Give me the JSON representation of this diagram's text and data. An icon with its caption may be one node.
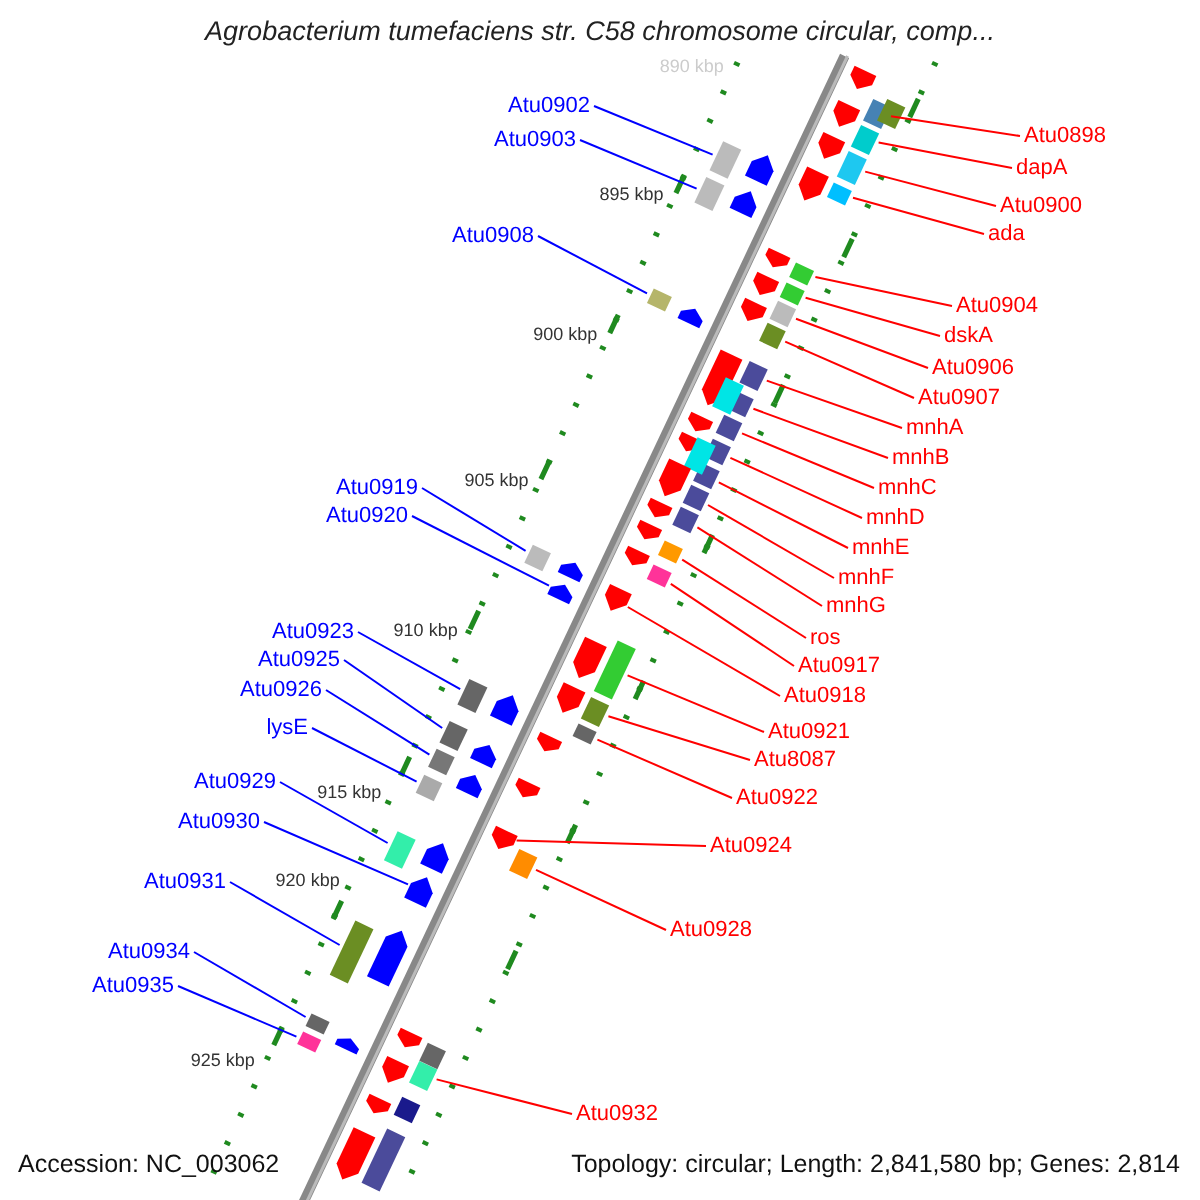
{
  "diagram": {
    "title": "Agrobacterium tumefaciens str. C58 chromosome circular, comp...",
    "nodes": [
      {
        "text": [
          "Atu0898"
        ]
      },
      {
        "text": [],
        "shape": "box"
      },
      {
        "text": [
          "dapA"
        ]
      },
      {
        "text": [],
        "shape": "box"
      },
      {
        "text": [
          "Atu0900"
        ]
      },
      {
        "text": [],
        "shape": "box"
      },
      {
        "text": [
          "ada"
        ]
      },
      {
        "text": [],
        "shape": "box"
      },
      {
        "text": [
          "Atu0904"
        ]
      },
      {
        "text": [],
        "shape": "box"
      },
      {
        "text": [
          "dskA"
        ]
      },
      {
        "text": [],
        "shape": "box"
      },
      {
        "text": [
          "Atu0906"
        ]
      },
      {
        "text": [],
        "shape": "box"
      },
      {
        "text": [
          "Atu0907"
        ]
      },
      {
        "text": [],
        "shape": "box"
      },
      {
        "text": [
          "mnhA"
        ]
      },
      {
        "text": [],
        "shape": "box"
      },
      {
        "text": [
          "mnhB"
        ]
      },
      {
        "text": [],
        "shape": "box"
      },
      {
        "text": [
          "mnhC"
        ]
      },
      {
        "text": [],
        "shape": "box"
      },
      {
        "text": [
          "mnhD"
        ]
      },
      {
        "text": [],
        "shape": "box"
      },
      {
        "text": [
          "mnhE"
        ]
      },
      {
        "text": [],
        "shape": "box"
      },
      {
        "text": [
          "mnhF"
        ]
      },
      {
        "text": [],
        "shape": "box"
      },
      {
        "text": [
          "mnhG"
        ]
      },
      {
        "text": [],
        "shape": "box"
      },
      {
        "text": [
          "ros"
        ]
      },
      {
        "text": [],
        "shape": "box"
      },
      {
        "text": [
          "Atu0917"
        ]
      },
      {
        "text": [],
        "shape": "box"
      },
      {
        "text": [
          "Atu0918"
        ]
      },
      {
        "text": [],
        "shape": "pentagon"
      },
      {
        "text": [
          "Atu0921"
        ]
      },
      {
        "text": [],
        "shape": "box"
      },
      {
        "text": [
          "Atu8087"
        ]
      },
      {
        "text": [],
        "shape": "box"
      },
      {
        "text": [
          "Atu0922"
        ]
      },
      {
        "text": [],
        "shape": "box"
      },
      {
        "text": [
          "Atu0924"
        ]
      },
      {
        "text": [],
        "shape": "pentagon"
      },
      {
        "text": [
          "Atu0928"
        ]
      },
      {
        "text": [],
        "shape": "box"
      },
      {
        "text": [
          "Atu0932"
        ]
      },
      {
        "text": [],
        "shape": "box"
      },
      {
        "text": [
          "Atu0902"
        ]
      },
      {
        "text": [],
        "shape": "box"
      },
      {
        "text": [
          "Atu0903"
        ]
      },
      {
        "text": [],
        "shape": "box"
      },
      {
        "text": [
          "Atu0908"
        ]
      },
      {
        "text": [],
        "shape": "box"
      },
      {
        "text": [
          "Atu0919"
        ]
      },
      {
        "text": [],
        "shape": "box"
      },
      {
        "text": [
          "Atu0920"
        ]
      },
      {
        "text": [],
        "shape": "pentagon"
      },
      {
        "text": [
          "Atu0923"
        ]
      },
      {
        "text": [],
        "shape": "box"
      },
      {
        "text": [
          "Atu0925"
        ]
      },
      {
        "text": [],
        "shape": "box"
      },
      {
        "text": [
          "Atu0926"
        ]
      },
      {
        "text": [],
        "shape": "box"
      },
      {
        "text": [
          "lysE"
        ]
      },
      {
        "text": [],
        "shape": "box"
      },
      {
        "text": [
          "Atu0929"
        ]
      },
      {
        "text": [],
        "shape": "box"
      },
      {
        "text": [
          "Atu0930"
        ]
      },
      {
        "text": [],
        "shape": "pentagon"
      },
      {
        "text": [
          "Atu0931"
        ]
      },
      {
        "text": [],
        "shape": "box"
      },
      {
        "text": [
          "Atu0934"
        ]
      },
      {
        "text": [],
        "shape": "box"
      },
      {
        "text": [
          "Atu0935"
        ]
      },
      {
        "text": [],
        "shape": "box"
      },
      {
        "text": [],
        "shape": "pentagon"
      },
      {
        "text": [],
        "shape": "box"
      },
      {
        "text": [],
        "shape": "pentagon"
      },
      {
        "text": [],
        "shape": "pentagon"
      },
      {
        "text": [],
        "shape": "pentagon"
      },
      {
        "text": [],
        "shape": "pentagon"
      },
      {
        "text": [],
        "shape": "pentagon"
      },
      {
        "text": [],
        "shape": "pentagon"
      },
      {
        "text": [],
        "shape": "pentagon"
      },
      {
        "text": [],
        "shape": "pentagon"
      },
      {
        "text": [],
        "shape": "pentagon"
      },
      {
        "text": [],
        "shape": "pentagon"
      },
      {
        "text": [],
        "shape": "box"
      },
      {
        "text": [],
        "shape": "pentagon"
      },
      {
        "text": [],
        "shape": "pentagon"
      },
      {
        "text": [],
        "shape": "box"
      },
      {
        "text": [],
        "shape": "pentagon"
      },
      {
        "text": [],
        "shape": "pentagon"
      },
      {
        "text": [],
        "shape": "pentagon"
      },
      {
        "text": [],
        "shape": "pentagon"
      },
      {
        "text": [],
        "shape": "pentagon"
      },
      {
        "text": [],
        "shape": "pentagon"
      },
      {
        "text": [],
        "shape": "pentagon"
      },
      {
        "text": [],
        "shape": "pentagon"
      },
      {
        "text": [],
        "shape": "pentagon"
      },
      {
        "text": [],
        "shape": "pentagon"
      },
      {
        "text": [],
        "shape": "pentagon"
      },
      {
        "text": [],
        "shape": "pentagon"
      },
      {
        "text": [],
        "shape": "pentagon"
      },
      {
        "text": [],
        "shape": "pentagon"
      },
      {
        "text": [],
        "shape": "pentagon"
      },
      {
        "text": [],
        "shape": "pentagon"
      },
      {
        "text": [],
        "shape": "box"
      },
      {
        "text": [],
        "shape": "pentagon"
      },
      {
        "text": [],
        "shape": "pentagon"
      },
      {
        "text": [],
        "shape": "box"
      },
      {
        "text": [],
        "shape": "pentagon"
      },
      {
        "text": [],
        "shape": "box"
      }
    ],
    "edges": [
      {
        "from": 0,
        "to": 1,
        "arrow": "none"
      },
      {
        "from": 2,
        "to": 3,
        "arrow": "none"
      },
      {
        "from": 4,
        "to": 5,
        "arrow": "none"
      },
      {
        "from": 6,
        "to": 7,
        "arrow": "none"
      },
      {
        "from": 8,
        "to": 9,
        "arrow": "none"
      },
      {
        "from": 10,
        "to": 11,
        "arrow": "none"
      },
      {
        "from": 12,
        "to": 13,
        "arrow": "none"
      },
      {
        "from": 14,
        "to": 15,
        "arrow": "none"
      },
      {
        "from": 16,
        "to": 17,
        "arrow": "none"
      },
      {
        "from": 18,
        "to": 19,
        "arrow": "none"
      },
      {
        "from": 20,
        "to": 21,
        "arrow": "none"
      },
      {
        "from": 22,
        "to": 23,
        "arrow": "none"
      },
      {
        "from": 24,
        "to": 25,
        "arrow": "none"
      },
      {
        "from": 26,
        "to": 27,
        "arrow": "none"
      },
      {
        "from": 28,
        "to": 29,
        "arrow": "none"
      },
      {
        "from": 30,
        "to": 31,
        "arrow": "none"
      },
      {
        "from": 32,
        "to": 33,
        "arrow": "none"
      },
      {
        "from": 34,
        "to": 35,
        "arrow": "none"
      },
      {
        "from": 36,
        "to": 37,
        "arrow": "none"
      },
      {
        "from": 38,
        "to": 39,
        "arrow": "none"
      },
      {
        "from": 40,
        "to": 41,
        "arrow": "none"
      },
      {
        "from": 42,
        "to": 43,
        "arrow": "none"
      },
      {
        "from": 44,
        "to": 45,
        "arrow": "none"
      },
      {
        "from": 46,
        "to": 47,
        "arrow": "none"
      },
      {
        "from": 48,
        "to": 49,
        "arrow": "none",
        "color": "#0000ff"
      },
      {
        "from": 50,
        "to": 51,
        "arrow": "none",
        "color": "#0000ff"
      },
      {
        "from": 52,
        "to": 53,
        "arrow": "none",
        "color": "#0000ff"
      },
      {
        "from": 54,
        "to": 55,
        "arrow": "none",
        "color": "#0000ff"
      },
      {
        "from": 56,
        "to": 57,
        "arrow": "none",
        "color": "#0000ff"
      },
      {
        "from": 58,
        "to": 59,
        "arrow": "none",
        "color": "#0000ff"
      },
      {
        "from": 60,
        "to": 61,
        "arrow": "none",
        "color": "#0000ff"
      },
      {
        "from": 62,
        "to": 63,
        "arrow": "none",
        "color": "#0000ff"
      },
      {
        "from": 64,
        "to": 65,
        "arrow": "none",
        "color": "#0000ff"
      },
      {
        "from": 66,
        "to": 67,
        "arrow": "none",
        "color": "#0000ff"
      },
      {
        "from": 68,
        "to": 69,
        "arrow": "none",
        "color": "#0000ff"
      },
      {
        "from": 70,
        "to": 71,
        "arrow": "none",
        "color": "#0000ff"
      },
      {
        "from": 72,
        "to": 73,
        "arrow": "none",
        "color": "#0000ff"
      },
      {
        "from": 74,
        "to": 75,
        "arrow": "none",
        "color": "#0000ff"
      }
    ],
    "labels": [
      "890 kbp",
      "895 kbp",
      "900 kbp",
      "905 kbp",
      "910 kbp",
      "915 kbp",
      "920 kbp",
      "925 kbp",
      "Accession: NC_003062",
      "Topology: circular; Length: 2,841,580 bp; Genes: 2,814"
    ]
  }
}
